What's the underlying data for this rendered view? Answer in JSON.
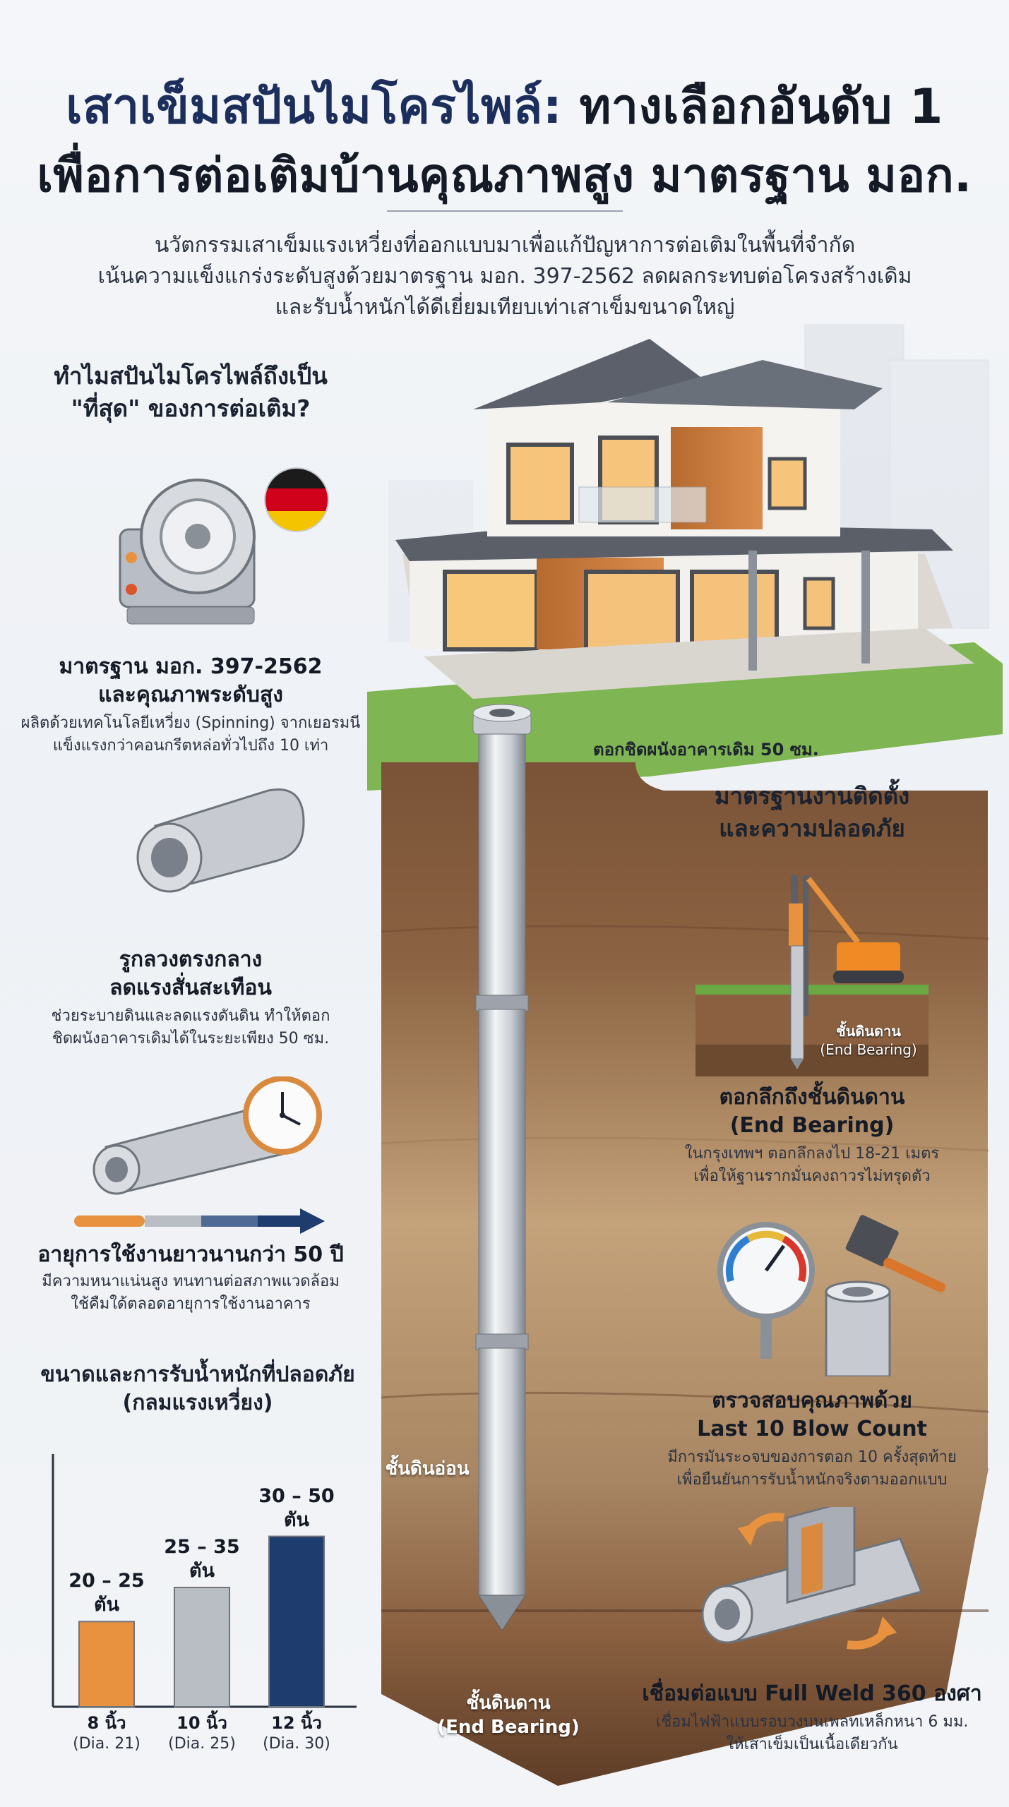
{
  "header": {
    "title_line1_highlight": "เสาเข็มสปันไมโครไพล์:",
    "title_line1_rest": " ทางเลือกอันดับ 1",
    "title_line2": "เพื่อการต่อเติมบ้านคุณภาพสูง มาตรฐาน มอก.",
    "subtitle_line1": "นวัตกรรมเสาเข็มแรงเหวี่ยงที่ออกแบบมาเพื่อแก้ปัญหาการต่อเติมในพื้นที่จำกัด",
    "subtitle_line2": "เน้นความแข็งแกร่งระดับสูงด้วยมาตรฐาน มอก. 397-2562 ลดผลกระทบต่อโครงสร้างเดิม",
    "subtitle_line3": "และรับน้ำหนักได้ดีเยี่ยมเทียบเท่าเสาเข็มขนาดใหญ่"
  },
  "left": {
    "section_title_line1": "ทำไมสปันไมโครไพล์ถึงเป็น",
    "section_title_line2": "\"ที่สุด\" ของการต่อเติม?",
    "features": [
      {
        "title_line1": "มาตรฐาน มอก. 397-2562",
        "title_line2": "และคุณภาพระดับสูง",
        "desc_line1": "ผลิตด้วยเทคโนโลยีเหวี่ยง (Spinning) จากเยอรมนี",
        "desc_line2": "แข็งแรงกว่าคอนกรีตหล่อทั่วไปถึง 10 เท่า",
        "icon": "spinning-machine-icon"
      },
      {
        "title_line1": "รูกลวงตรงกลาง",
        "title_line2": "ลดแรงสั่นสะเทือน",
        "desc_line1": "ช่วยระบายดินและลดแรงดันดิน ทำให้ตอก",
        "desc_line2": "ชิดผนังอาคารเดิมได้ในระยะเพียง 50 ซม.",
        "icon": "hollow-pipe-icon"
      },
      {
        "title_line1": "อายุการใช้งานยาวนานกว่า 50 ปี",
        "title_line2": "",
        "desc_line1": "มีความหนาแน่นสูง ทนทานต่อสภาพแวดล้อม",
        "desc_line2": "ใช้คืมใด้ตลอดอายุการใช้งานอาคาร",
        "icon": "clock-icon"
      }
    ],
    "chart_title_line1": "ขนาดและการรับน้ำหนักที่ปลอดภัย",
    "chart_title_line2": "(กลมแรงเหวี่ยง)"
  },
  "chart_data": {
    "type": "bar",
    "title": "ขนาดและการรับน้ำหนักที่ปลอดภัย (กลมแรงเหวี่ยง)",
    "categories": [
      "8 นิ้ว",
      "10 นิ้ว",
      "12 นิ้ว"
    ],
    "sub_categories": [
      "(Dia. 21)",
      "(Dia. 25)",
      "(Dia. 30)"
    ],
    "value_labels": [
      "20 – 25",
      "25 – 35",
      "30 – 50"
    ],
    "unit_label": "ตัน",
    "ranges": [
      [
        20,
        25
      ],
      [
        25,
        35
      ],
      [
        30,
        50
      ]
    ],
    "values": [
      25,
      35,
      50
    ],
    "colors": [
      "#e8923f",
      "#b9bdc4",
      "#1f3c6e"
    ],
    "ylim": [
      0,
      70
    ],
    "grid": false
  },
  "center": {
    "caption_adjacent": "ตอกชิดผนังอาคารเดิม 50 ซม.",
    "soft_soil": "ชั้นดินอ่อน",
    "hard_soil_line1": "ชั้นดินดาน",
    "hard_soil_line2": "(End Bearing)"
  },
  "right": {
    "section_title_line1": "มาตรฐานงานติดตั้ง",
    "section_title_line2": "และความปลอดภัย",
    "inset_label_line1": "ชั้นดินดาน",
    "inset_label_line2": "(End Bearing)",
    "features": [
      {
        "title_line1": "ตอกลึกถึงชั้นดินดาน",
        "title_line2": "(End Bearing)",
        "desc_line1": "ในกรุงเทพฯ ตอกลึกลงไป 18-21 เมตร",
        "desc_line2": "เพื่อให้ฐานรากมั่นคงถาวรไม่ทรุดตัว"
      },
      {
        "title_line1": "ตรวจสอบคุณภาพด้วย",
        "title_line2": "Last 10 Blow Count",
        "desc_line1": "มีการมันระ๐จบของการตอก 10 ครั้งสุดท้าย",
        "desc_line2": "เพื่อยืนยันการรับน้ำหนักจริงตามออกแบบ"
      },
      {
        "title_line1": "เชื่อมต่อแบบ Full Weld 360 องศา",
        "title_line2": "",
        "desc_line1": "เชื่อมไฟฟ้าแบบรอบวงบนเพลทเหล็กหนา 6 มม.",
        "desc_line2": "ให้เสาเข็มเป็นเนื้อเดียวกัน"
      }
    ]
  }
}
